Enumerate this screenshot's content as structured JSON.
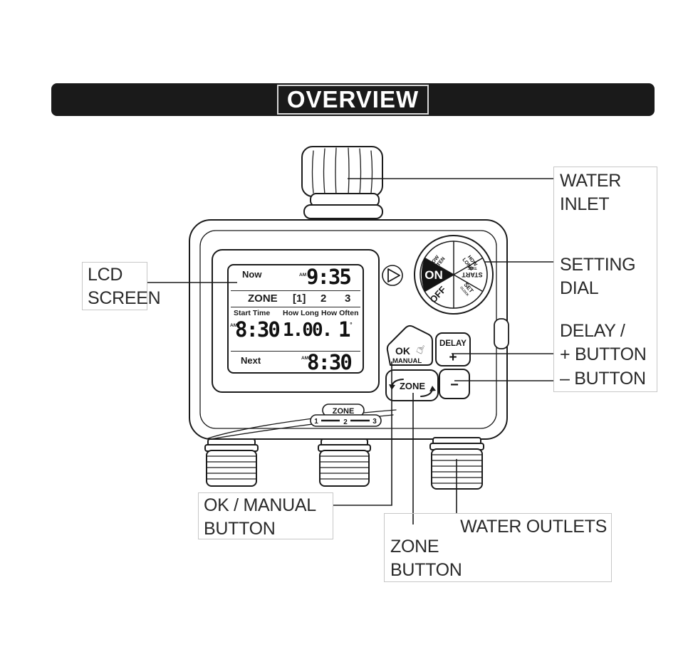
{
  "header": {
    "title": "OVERVIEW"
  },
  "device": {
    "lcd": {
      "now_label": "Now",
      "now_meridiem": "AM",
      "now_time": "9:35",
      "zone_label": "ZONE",
      "zone_1": "[1]",
      "zone_2": "2",
      "zone_3": "3",
      "col_start_time": "Start Time",
      "col_how_long": "How Long",
      "col_how_often": "How Often",
      "start_meridiem": "AM",
      "start_time": "8:30",
      "how_long": "1.00.",
      "how_often": "1",
      "how_often_mark": "°",
      "next_label": "Next",
      "next_meridiem": "AM",
      "next_time": "8:30"
    },
    "dial": {
      "on": "ON",
      "off": "OFF",
      "how_often_1": "HOW",
      "how_often_2": "OFTEN",
      "how_long_1": "HOW",
      "how_long_2": "LONG",
      "start_time_1": "START",
      "start_time_2": "TIME",
      "set_clock_1": "SET",
      "set_clock_2": "CLOCK"
    },
    "buttons": {
      "ok": "OK",
      "manual": "MANUAL",
      "delay": "DELAY",
      "plus": "+",
      "minus": "−",
      "zone": "ZONE"
    },
    "zone_indicator": {
      "label": "ZONE",
      "z1": "1",
      "z2": "2",
      "z3": "3"
    },
    "icons": {
      "pointer_hand": "☝"
    }
  },
  "labels": {
    "lcd_screen": "LCD\nSCREEN",
    "water_inlet": "WATER\nINLET",
    "setting_dial": "SETTING\nDIAL",
    "delay_plus": "DELAY /\n+ BUTTON",
    "minus_button": "– BUTTON",
    "ok_manual": "OK / MANUAL\nBUTTON",
    "zone_button": "ZONE\nBUTTON",
    "water_outlets": "WATER OUTLETS"
  }
}
